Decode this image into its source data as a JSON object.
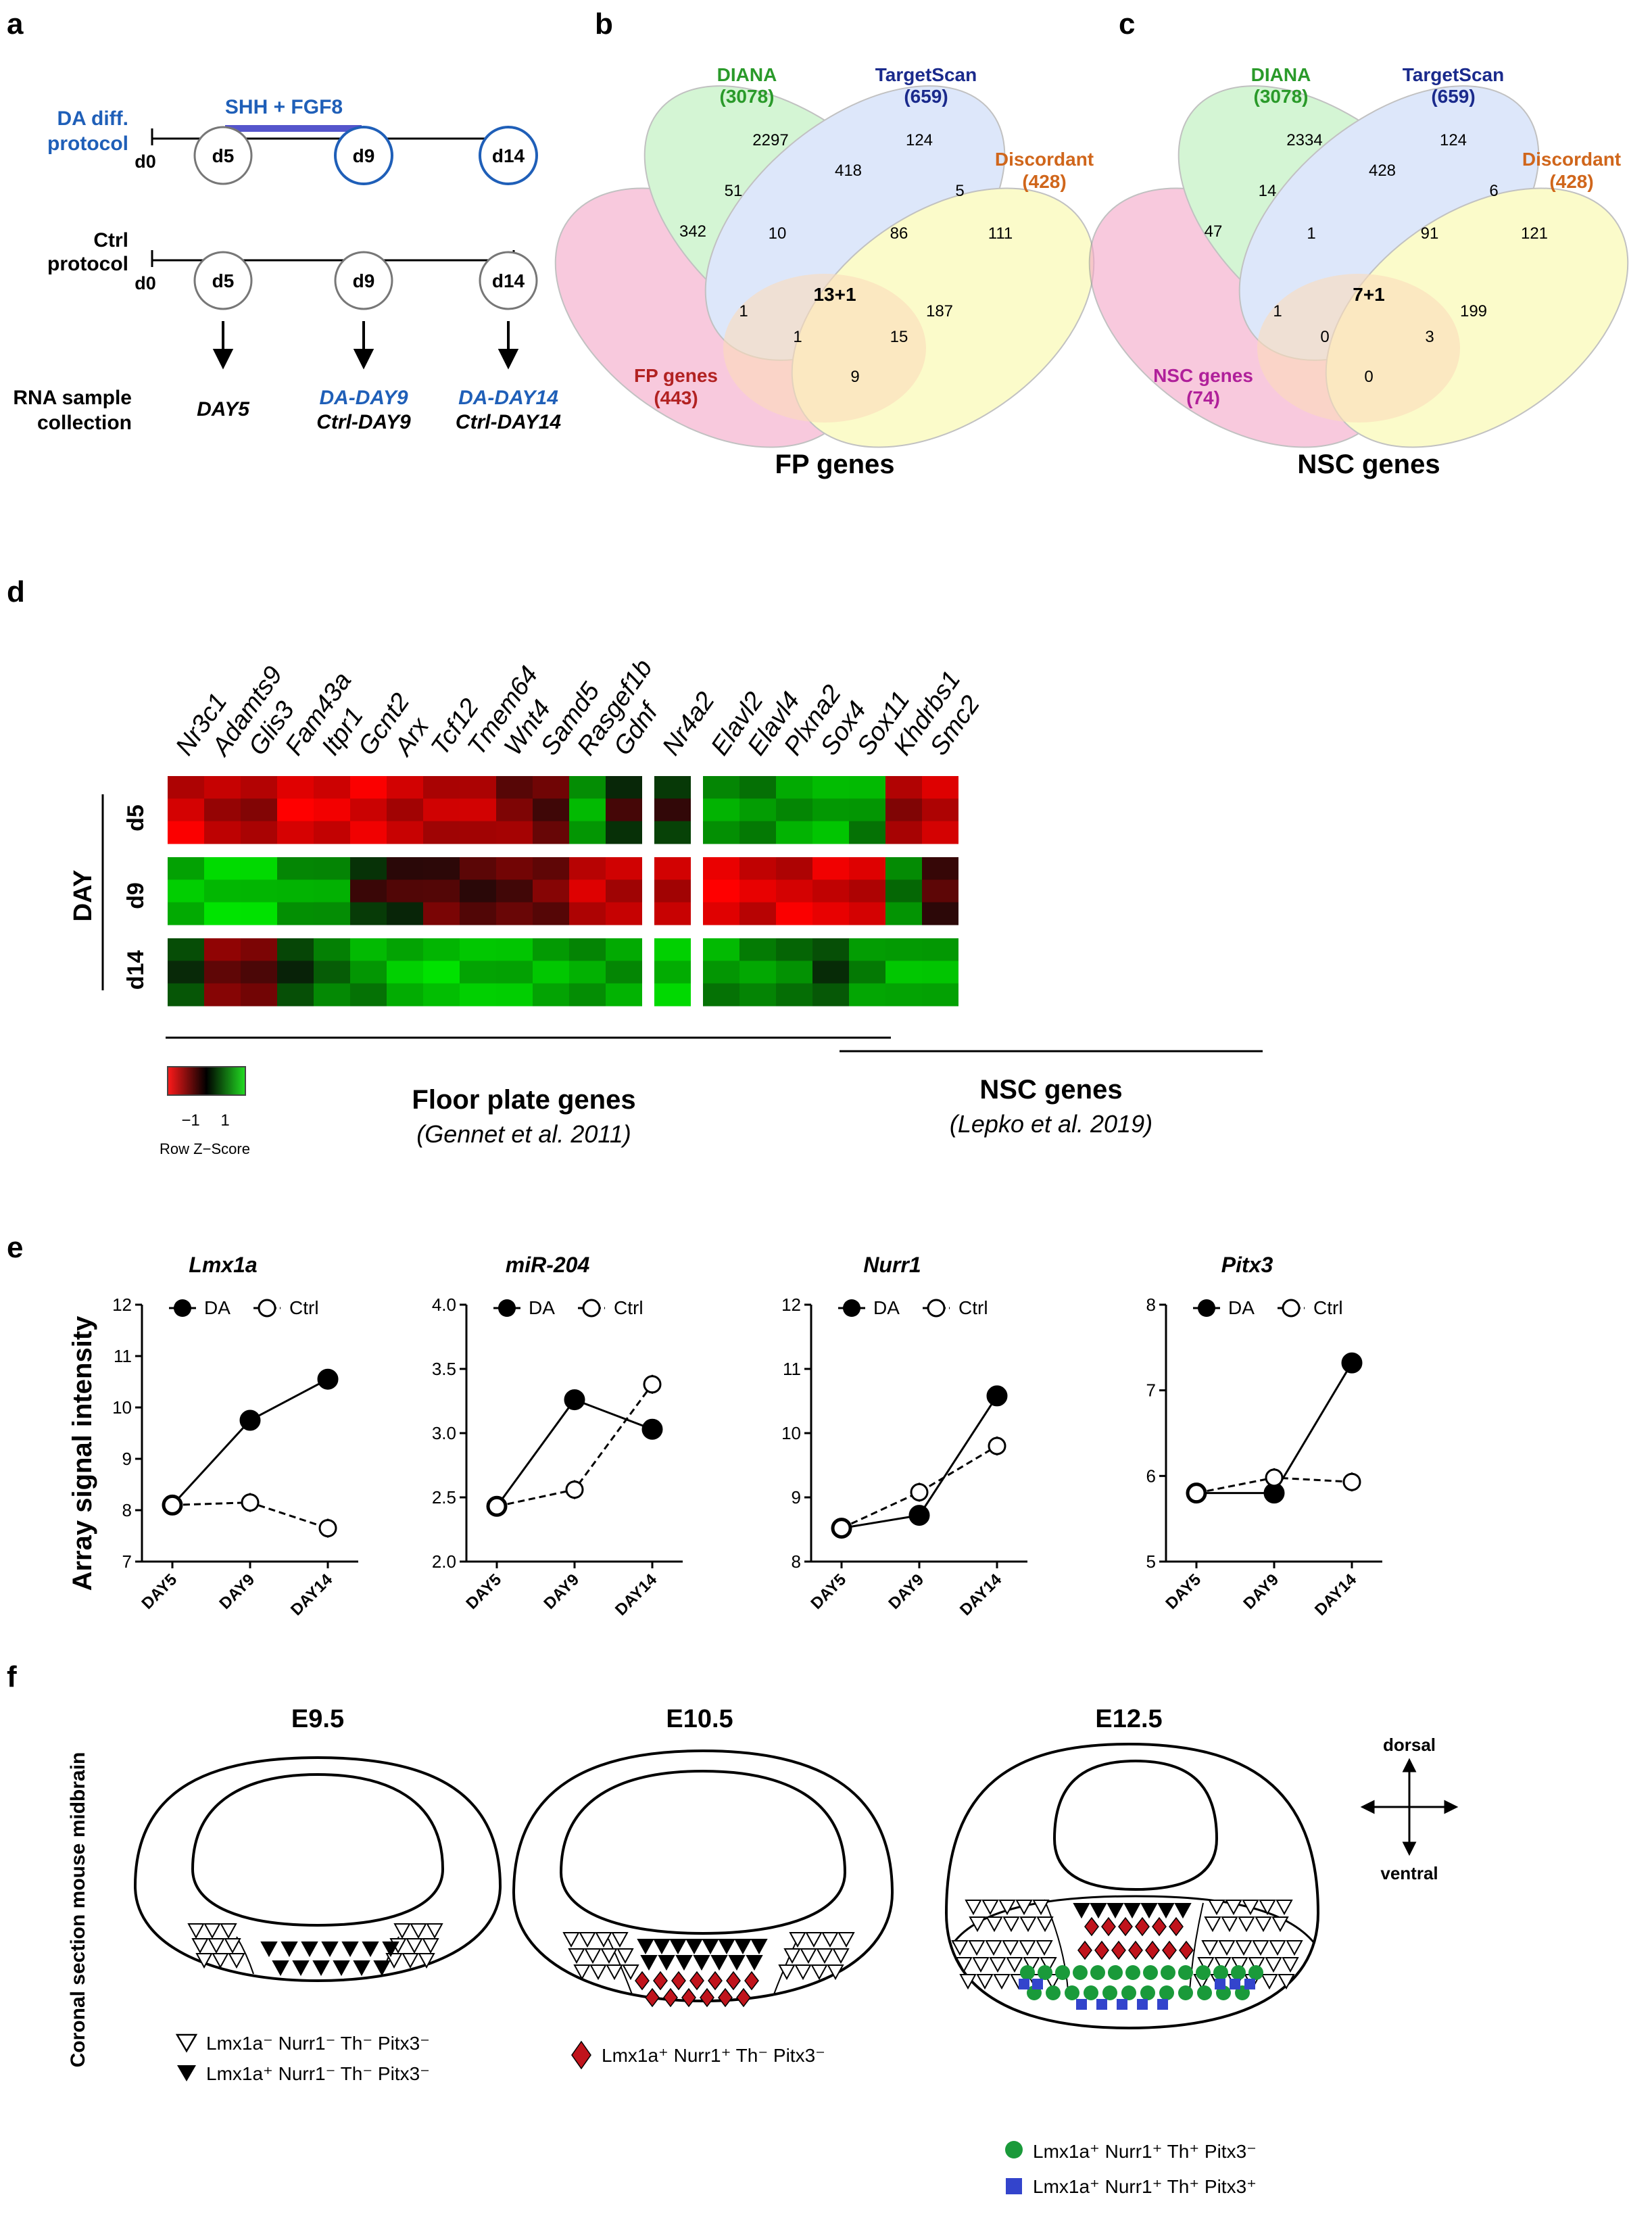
{
  "colors": {
    "blue": "#1f5fb8",
    "navy": "#1a2a8c",
    "green": "#2a9a2a",
    "orange": "#d0661b",
    "darkred": "#b22222",
    "magenta": "#b0209a",
    "bar": "#5555cc",
    "pink": "#f4a6c8",
    "mint": "#b8efb8",
    "lightblue": "#c8d8f8",
    "yellow": "#fafaa8",
    "dia_green": "#1a9a3a",
    "dia_red": "#c0141c",
    "dia_blue": "#3344cc"
  },
  "panel_a": {
    "label": "a",
    "da_protocol": [
      "DA diff.",
      "protocol"
    ],
    "ctrl_protocol": [
      "Ctrl",
      "protocol"
    ],
    "treatment": "SHH + FGF8",
    "days": [
      "d0",
      "d5",
      "d9",
      "d14"
    ],
    "collection": [
      "RNA sample",
      "collection"
    ],
    "samples": {
      "d5": "DAY5",
      "d9_da": "DA-DAY9",
      "d9_ctrl": "Ctrl-DAY9",
      "d14_da": "DA-DAY14",
      "d14_ctrl": "Ctrl-DAY14"
    }
  },
  "panel_b": {
    "label": "b",
    "title": "FP genes",
    "sets": {
      "diana": {
        "name": "DIANA",
        "n": "(3078)"
      },
      "targetscan": {
        "name": "TargetScan",
        "n": "(659)"
      },
      "discordant": {
        "name": "Discordant",
        "n": "(428)"
      },
      "query": {
        "name": "FP genes",
        "n": "(443)"
      }
    },
    "counts": {
      "diana_only": "2297",
      "ts_only": "124",
      "disc_only": "111",
      "query_only": "342",
      "diana_ts": "418",
      "ts_disc": "5",
      "diana_query": "51",
      "disc_query": "9",
      "diana_ts_query": "10",
      "diana_ts_disc": "86",
      "diana_disc_query": "15",
      "ts_disc_query": "187",
      "diana_disc": "1",
      "ts_query": "1",
      "all": "13+1"
    }
  },
  "panel_c": {
    "label": "c",
    "title": "NSC genes",
    "sets": {
      "diana": {
        "name": "DIANA",
        "n": "(3078)"
      },
      "targetscan": {
        "name": "TargetScan",
        "n": "(659)"
      },
      "discordant": {
        "name": "Discordant",
        "n": "(428)"
      },
      "query": {
        "name": "NSC genes",
        "n": "(74)"
      }
    },
    "counts": {
      "diana_only": "2334",
      "ts_only": "124",
      "disc_only": "121",
      "query_only": "47",
      "diana_ts": "428",
      "ts_disc": "6",
      "diana_query": "14",
      "disc_query": "0",
      "diana_ts_query": "1",
      "diana_ts_disc": "91",
      "diana_disc_query": "3",
      "ts_disc_query": "199",
      "diana_disc": "0",
      "ts_query": "1",
      "all": "7+1"
    }
  },
  "panel_d": {
    "label": "d",
    "y_label": "DAY",
    "rows": [
      "d5",
      "d9",
      "d14"
    ],
    "genes_fp": [
      "Nr3c1",
      "Adamts9",
      "Glis3",
      "Fam43a",
      "Itpr1",
      "Gcnt2",
      "Arx",
      "Tcf12",
      "Tmem64",
      "Wnt4",
      "Samd5",
      "Rasgef1b",
      "Gdnf"
    ],
    "genes_mid": [
      "Nr4a2"
    ],
    "genes_nsc": [
      "Elavl2",
      "Elavl4",
      "Plxna2",
      "Sox4",
      "Sox11",
      "Khdrbs1",
      "Smc2"
    ],
    "group_fp": "Floor plate genes",
    "group_fp_ref": "(Gennet et al. 2011)",
    "group_nsc": "NSC genes",
    "group_nsc_ref": "(Lepko et al. 2019)",
    "scale_ticks": [
      "−1",
      "1"
    ],
    "scale_label": "Row Z−Score"
  },
  "panel_e": {
    "label": "e",
    "ylabel": "Array signal intensity",
    "legend_da": "DA",
    "legend_ctrl": "Ctrl"
  },
  "chart_data": [
    {
      "type": "line",
      "title": "Lmx1a",
      "categories": [
        "DAY5",
        "DAY9",
        "DAY14"
      ],
      "ylim": [
        7,
        12
      ],
      "yticks": [
        "7",
        "8",
        "9",
        "10",
        "11",
        "12"
      ],
      "series": [
        {
          "name": "DA",
          "values": [
            8.1,
            9.75,
            10.55
          ]
        },
        {
          "name": "Ctrl",
          "values": [
            8.1,
            8.15,
            7.65
          ]
        }
      ]
    },
    {
      "type": "line",
      "title": "miR-204",
      "categories": [
        "DAY5",
        "DAY9",
        "DAY14"
      ],
      "ylim": [
        2.0,
        4.0
      ],
      "yticks": [
        "2.0",
        "2.5",
        "3.0",
        "3.5",
        "4.0"
      ],
      "series": [
        {
          "name": "DA",
          "values": [
            2.43,
            3.26,
            3.03
          ]
        },
        {
          "name": "Ctrl",
          "values": [
            2.43,
            2.56,
            3.38
          ]
        }
      ]
    },
    {
      "type": "line",
      "title": "Nurr1",
      "categories": [
        "DAY5",
        "DAY9",
        "DAY14"
      ],
      "ylim": [
        8,
        12
      ],
      "yticks": [
        "8",
        "9",
        "10",
        "11",
        "12"
      ],
      "series": [
        {
          "name": "DA",
          "values": [
            8.52,
            8.72,
            10.58
          ]
        },
        {
          "name": "Ctrl",
          "values": [
            8.52,
            9.08,
            9.8
          ]
        }
      ]
    },
    {
      "type": "line",
      "title": "Pitx3",
      "categories": [
        "DAY5",
        "DAY9",
        "DAY14"
      ],
      "ylim": [
        5,
        8
      ],
      "yticks": [
        "5",
        "6",
        "7",
        "8"
      ],
      "series": [
        {
          "name": "DA",
          "values": [
            5.8,
            5.8,
            7.32
          ]
        },
        {
          "name": "Ctrl",
          "values": [
            5.8,
            5.98,
            5.93
          ]
        }
      ]
    }
  ],
  "panel_f": {
    "label": "f",
    "side_label": "Coronal section mouse midbrain",
    "stages": [
      "E9.5",
      "E10.5",
      "E12.5"
    ],
    "dorsal": "dorsal",
    "ventral": "ventral",
    "legend": [
      {
        "symbol": "open-triangle",
        "text": "Lmx1a⁻ Nurr1⁻ Th⁻ Pitx3⁻"
      },
      {
        "symbol": "filled-triangle",
        "text": "Lmx1a⁺ Nurr1⁻ Th⁻ Pitx3⁻"
      },
      {
        "symbol": "red-diamond",
        "text": "Lmx1a⁺ Nurr1⁺ Th⁻ Pitx3⁻"
      },
      {
        "symbol": "green-circle",
        "text": "Lmx1a⁺ Nurr1⁺ Th⁺ Pitx3⁻"
      },
      {
        "symbol": "blue-square",
        "text": "Lmx1a⁺ Nurr1⁺ Th⁺ Pitx3⁺"
      }
    ]
  }
}
